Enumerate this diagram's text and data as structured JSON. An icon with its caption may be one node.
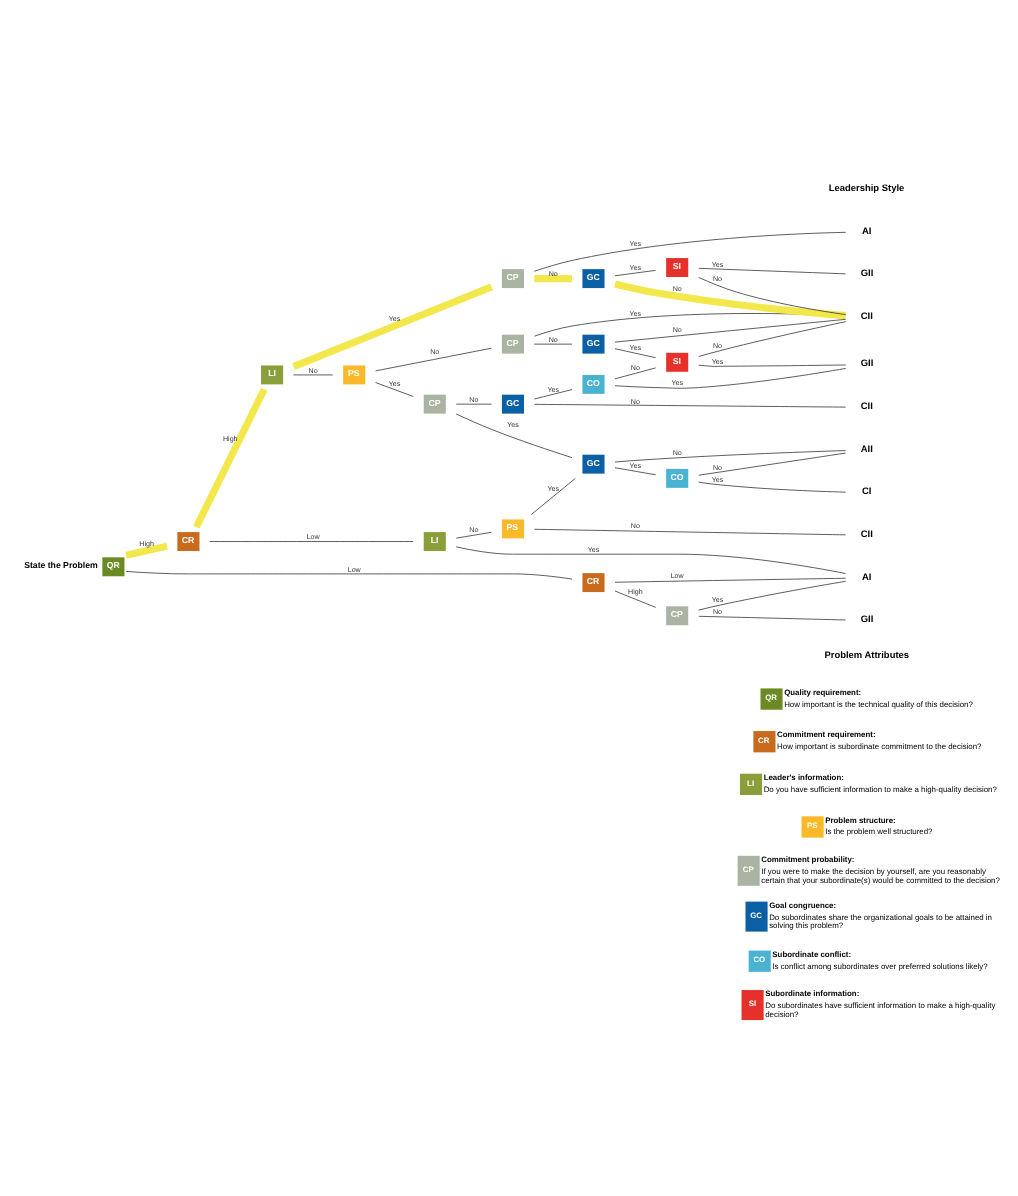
{
  "diagram": {
    "nodes": [
      {
        "text": [
          "QR"
        ],
        "beside": [
          "State the Problem"
        ]
      },
      {
        "text": [
          "CR"
        ]
      },
      {
        "text": [
          "CR"
        ]
      },
      {
        "text": [
          "LI"
        ]
      },
      {
        "text": [
          "LI"
        ]
      },
      {
        "text": [
          "PS"
        ]
      },
      {
        "text": [
          "PS"
        ]
      },
      {
        "text": [
          "CP"
        ]
      },
      {
        "text": [
          "CP"
        ]
      },
      {
        "text": [
          "CP"
        ]
      },
      {
        "text": [
          "CP"
        ]
      },
      {
        "text": [
          "GC"
        ]
      },
      {
        "text": [
          "GC"
        ]
      },
      {
        "text": [
          "GC"
        ]
      },
      {
        "text": [
          "GC"
        ]
      },
      {
        "text": [
          "CO"
        ]
      },
      {
        "text": [
          "CO"
        ]
      },
      {
        "text": [
          "SI"
        ]
      },
      {
        "text": [
          "SI"
        ]
      },
      {
        "text": [
          "AI"
        ]
      },
      {
        "text": [
          "GII"
        ]
      },
      {
        "text": [
          "CII"
        ]
      },
      {
        "text": [
          "GII"
        ]
      },
      {
        "text": [
          "CII"
        ]
      },
      {
        "text": [
          "AII"
        ]
      },
      {
        "text": [
          "CI"
        ]
      },
      {
        "text": [
          "CII"
        ]
      },
      {
        "text": [
          "AI"
        ]
      },
      {
        "text": [
          "GII"
        ]
      },
      {
        "text": [
          "QR"
        ],
        "beside": [
          "Quality requirement:",
          "How important is the technical quality of this decision?"
        ]
      },
      {
        "text": [
          "CR"
        ],
        "beside": [
          "Commitment requirement:",
          "How important is subordinate commitment to the decision?"
        ]
      },
      {
        "text": [
          "LI"
        ],
        "beside": [
          "Leader's information:",
          "Do you have sufficient information to make a high-quality decision?"
        ]
      },
      {
        "text": [
          "PS"
        ],
        "beside": [
          "Problem structure:",
          "Is the problem well structured?"
        ]
      },
      {
        "text": [
          "CP"
        ],
        "beside": [
          "Commitment probability:",
          "If you were to make the decision by yourself, are you reasonably certain that your subordinate(s) would be committed to the decision?"
        ]
      },
      {
        "text": [
          "GC"
        ],
        "beside": [
          "Goal congruence:",
          "Do subordinates share the organizational goals to be attained in solving this problem?"
        ]
      },
      {
        "text": [
          "CO"
        ],
        "beside": [
          "Subordinate conflict:",
          "Is conflict among subordinates over preferred solutions likely?"
        ]
      },
      {
        "text": [
          "SI"
        ],
        "beside": [
          "Subordinate information:",
          "Do subordinates have sufficient information to make a high-quality decision?"
        ]
      }
    ],
    "edges": [
      {
        "from": 0,
        "to": 1,
        "arrow": "none",
        "label": "High",
        "style": "thick",
        "color": "#f2e84b"
      },
      {
        "from": 0,
        "to": 2,
        "arrow": "none",
        "label": "Low"
      },
      {
        "from": 1,
        "to": 3,
        "arrow": "none",
        "label": "High",
        "style": "thick",
        "color": "#f2e84b"
      },
      {
        "from": 1,
        "to": 4,
        "arrow": "none",
        "label": "Low"
      },
      {
        "from": 3,
        "to": 7,
        "arrow": "none",
        "label": "Yes",
        "style": "thick",
        "color": "#f2e84b"
      },
      {
        "from": 3,
        "to": 5,
        "arrow": "none",
        "label": "No"
      },
      {
        "from": 5,
        "to": 8,
        "arrow": "none",
        "label": "No"
      },
      {
        "from": 5,
        "to": 9,
        "arrow": "none",
        "label": "Yes"
      },
      {
        "from": 7,
        "to": 19,
        "arrow": "none",
        "label": "Yes"
      },
      {
        "from": 7,
        "to": 11,
        "arrow": "none",
        "label": "No",
        "style": "thick",
        "color": "#f2e84b"
      },
      {
        "from": 11,
        "to": 17,
        "arrow": "none",
        "label": "Yes"
      },
      {
        "from": 11,
        "to": 21,
        "arrow": "none",
        "label": "No",
        "style": "thick",
        "color": "#f2e84b"
      },
      {
        "from": 17,
        "to": 20,
        "arrow": "none",
        "label": "Yes"
      },
      {
        "from": 17,
        "to": 21,
        "arrow": "none",
        "label": "No"
      },
      {
        "from": 8,
        "to": 21,
        "arrow": "none",
        "label": "Yes"
      },
      {
        "from": 8,
        "to": 12,
        "arrow": "none",
        "label": "No"
      },
      {
        "from": 12,
        "to": 21,
        "arrow": "none",
        "label": "No"
      },
      {
        "from": 12,
        "to": 18,
        "arrow": "none",
        "label": "Yes"
      },
      {
        "from": 18,
        "to": 21,
        "arrow": "none",
        "label": "No"
      },
      {
        "from": 18,
        "to": 22,
        "arrow": "none",
        "label": "Yes"
      },
      {
        "from": 9,
        "to": 13,
        "arrow": "none",
        "label": "No"
      },
      {
        "from": 9,
        "to": 14,
        "arrow": "none",
        "label": "Yes"
      },
      {
        "from": 13,
        "to": 15,
        "arrow": "none",
        "label": "Yes"
      },
      {
        "from": 13,
        "to": 23,
        "arrow": "none",
        "label": "No"
      },
      {
        "from": 15,
        "to": 18,
        "arrow": "none",
        "label": "No"
      },
      {
        "from": 15,
        "to": 22,
        "arrow": "none",
        "label": "Yes"
      },
      {
        "from": 14,
        "to": 24,
        "arrow": "none",
        "label": "No"
      },
      {
        "from": 14,
        "to": 16,
        "arrow": "none",
        "label": "Yes"
      },
      {
        "from": 16,
        "to": 24,
        "arrow": "none",
        "label": "No"
      },
      {
        "from": 16,
        "to": 25,
        "arrow": "none",
        "label": "Yes"
      },
      {
        "from": 4,
        "to": 6,
        "arrow": "none",
        "label": "No"
      },
      {
        "from": 4,
        "to": 27,
        "arrow": "none",
        "label": "Yes"
      },
      {
        "from": 6,
        "to": 14,
        "arrow": "none",
        "label": "Yes"
      },
      {
        "from": 6,
        "to": 26,
        "arrow": "none",
        "label": "No"
      },
      {
        "from": 2,
        "to": 27,
        "arrow": "none",
        "label": "Low"
      },
      {
        "from": 2,
        "to": 10,
        "arrow": "none",
        "label": "High"
      },
      {
        "from": 10,
        "to": 27,
        "arrow": "none",
        "label": "Yes"
      },
      {
        "from": 10,
        "to": 28,
        "arrow": "none",
        "label": "No"
      }
    ],
    "labels": [
      "Leadership Style",
      "Problem Attributes"
    ]
  }
}
